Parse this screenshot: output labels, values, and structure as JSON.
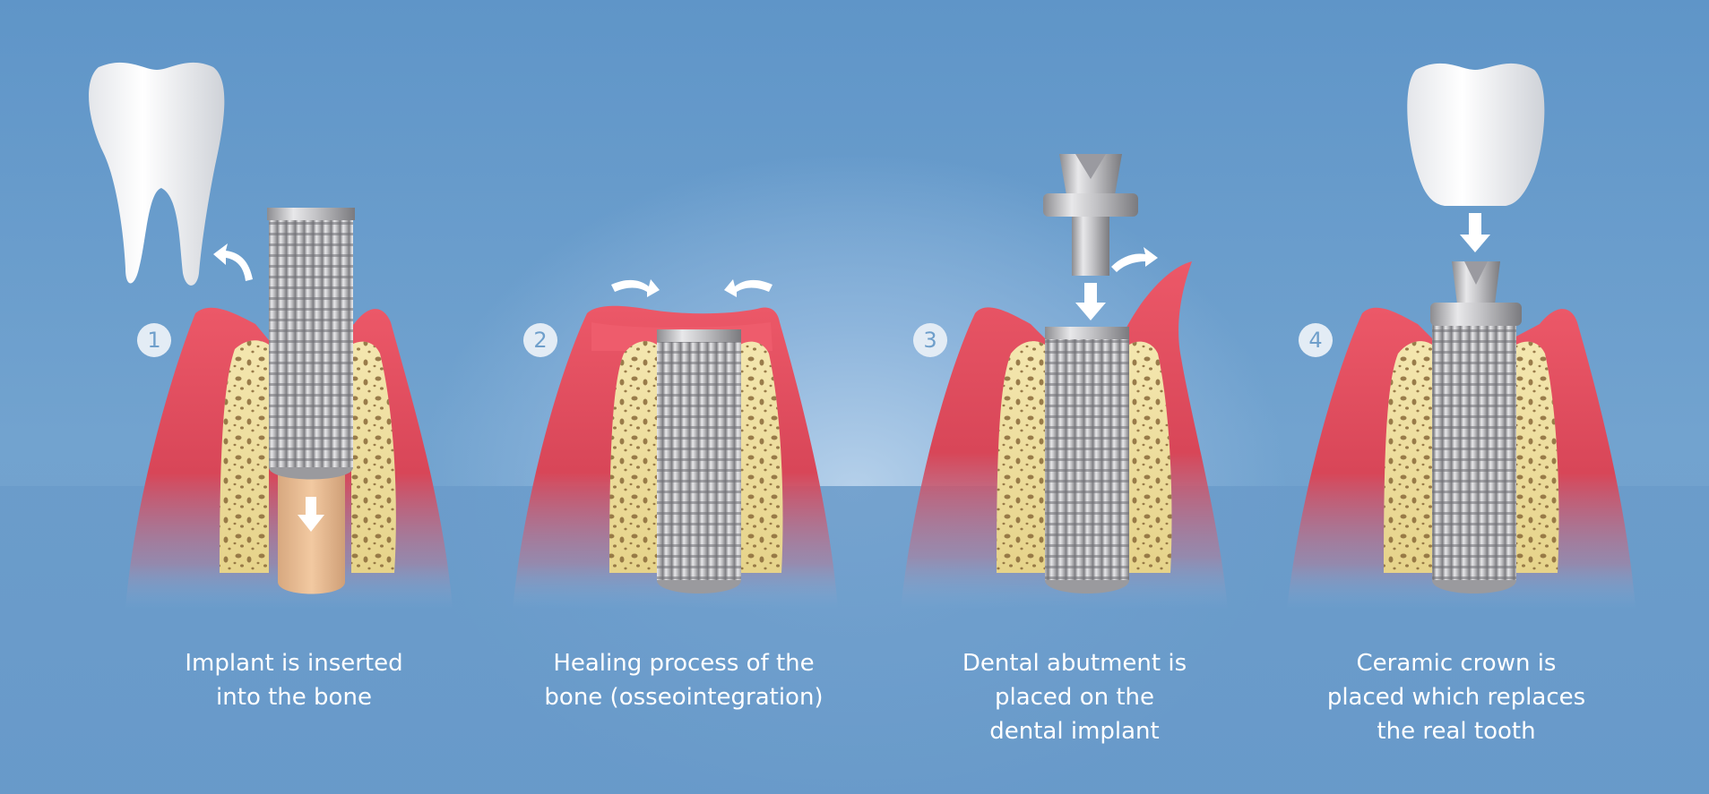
{
  "steps": [
    {
      "number": "1",
      "caption": [
        "Implant is inserted",
        "into the bone"
      ]
    },
    {
      "number": "2",
      "caption": [
        "Healing process of the",
        "bone (osseointegration)"
      ]
    },
    {
      "number": "3",
      "caption": [
        "Dental abutment is",
        "placed on the",
        "dental implant"
      ]
    },
    {
      "number": "4",
      "caption": [
        "Ceramic crown is",
        "placed which replaces",
        "the real tooth"
      ]
    }
  ],
  "colors": {
    "background": "#6f9fcb",
    "gum": "#e2475a",
    "bone": "#f0df9e",
    "implant": "#c9c9cb",
    "tooth": "#ffffff"
  }
}
